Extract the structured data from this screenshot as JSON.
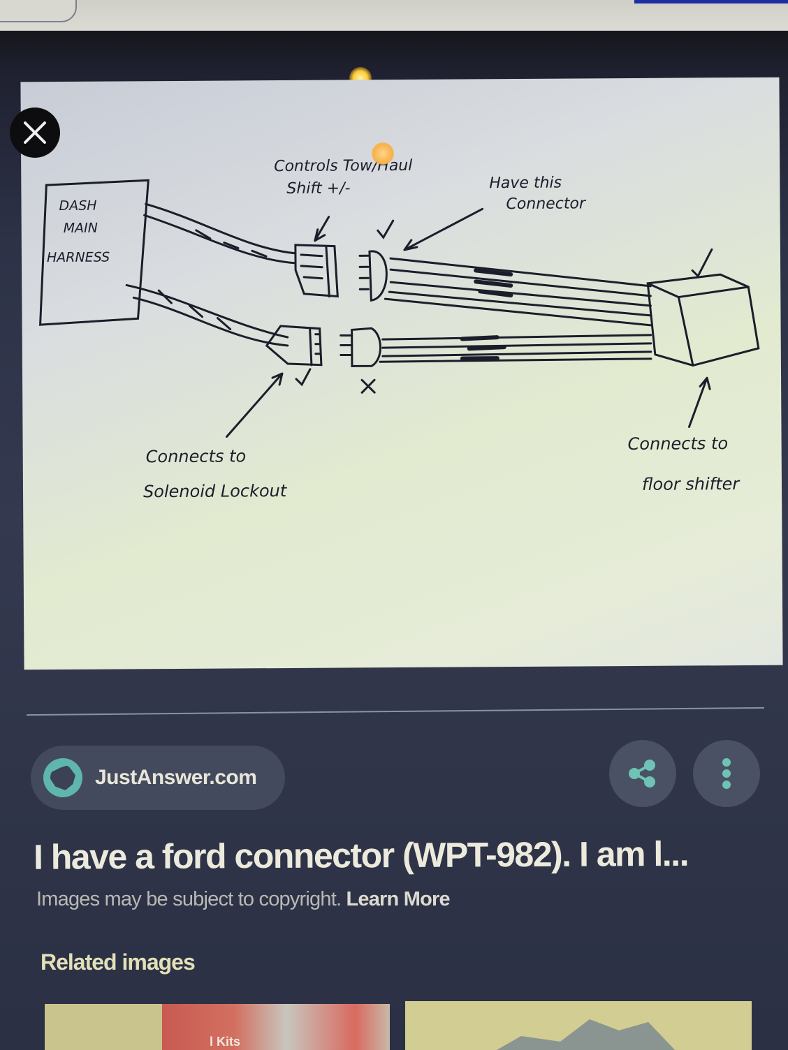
{
  "top_bar": {
    "accent_color": "#1d2ea0"
  },
  "preview": {
    "close_icon": "close-icon",
    "diagram": {
      "box_label_lines": [
        "DASH",
        "MAIN",
        "HARNESS"
      ],
      "annotation_top_center_lines": [
        "Controls Tow/Haul",
        "Shift +/-"
      ],
      "annotation_top_right_lines": [
        "Have this",
        "Connector"
      ],
      "annotation_bottom_left_lines": [
        "Connects to",
        "Solenoid Lockout"
      ],
      "annotation_bottom_right_lines": [
        "Connects to",
        "floor shifter"
      ],
      "marks": {
        "check": "✓",
        "cross": "×"
      }
    }
  },
  "source": {
    "icon": "globe-icon",
    "label": "JustAnswer.com"
  },
  "actions": {
    "share_icon": "share-icon",
    "more_icon": "more-vert-icon"
  },
  "result": {
    "title": "I have a ford connector (WPT-982). I am l...",
    "copyright_text": "Images may be subject to copyright. ",
    "learn_more": "Learn More"
  },
  "related": {
    "heading": "Related images",
    "thumbnails": [
      {
        "label": "l Kits"
      },
      {
        "label": ""
      }
    ]
  }
}
